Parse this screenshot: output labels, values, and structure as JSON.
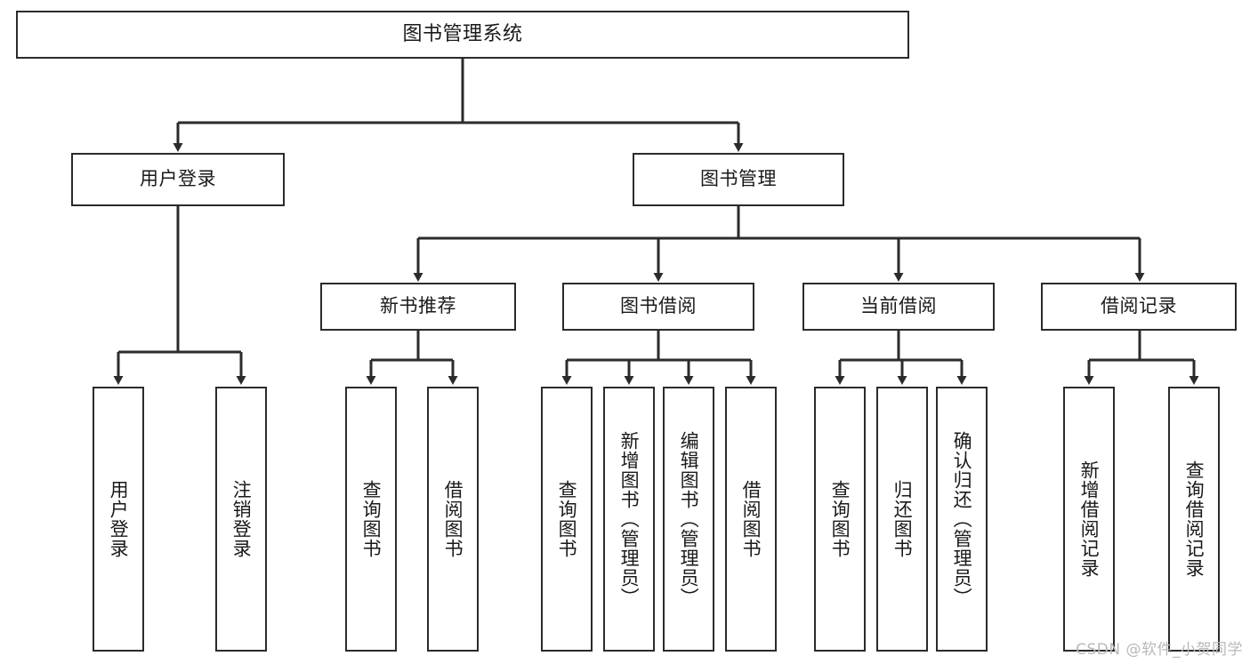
{
  "diagram": {
    "kind": "tree-hierarchy-chart",
    "title": "图书管理系统",
    "line_color": "#2b2b2b",
    "box_fill": "#ffffff",
    "text_color": "#1a1a1a",
    "watermark": "CSDN @软件_小贺同学"
  },
  "nodes": {
    "root": {
      "label": "图书管理系统"
    },
    "level2": [
      {
        "id": "user-login",
        "label": "用户登录"
      },
      {
        "id": "book-manage",
        "label": "图书管理"
      }
    ],
    "level3": [
      {
        "id": "new-book-recommend",
        "label": "新书推荐"
      },
      {
        "id": "book-borrow",
        "label": "图书借阅"
      },
      {
        "id": "current-borrow",
        "label": "当前借阅"
      },
      {
        "id": "borrow-record",
        "label": "借阅记录"
      }
    ],
    "leaves": {
      "user_login": [
        {
          "id": "leaf-user-login",
          "label": "用户登录"
        },
        {
          "id": "leaf-logout-login",
          "label": "注销登录"
        }
      ],
      "new_book_recommend": [
        {
          "id": "leaf-query-book-1",
          "label": "查询图书"
        },
        {
          "id": "leaf-borrow-book-1",
          "label": "借阅图书"
        }
      ],
      "book_borrow": [
        {
          "id": "leaf-query-book-2",
          "label": "查询图书"
        },
        {
          "id": "leaf-add-book",
          "label": "新增图书（管理员）"
        },
        {
          "id": "leaf-edit-book",
          "label": "编辑图书（管理员）"
        },
        {
          "id": "leaf-borrow-book-2",
          "label": "借阅图书"
        }
      ],
      "current_borrow": [
        {
          "id": "leaf-query-book-3",
          "label": "查询图书"
        },
        {
          "id": "leaf-return-book",
          "label": "归还图书"
        },
        {
          "id": "leaf-confirm-return",
          "label": "确认归还（管理员）"
        }
      ],
      "borrow_record": [
        {
          "id": "leaf-add-record",
          "label": "新增借阅记录"
        },
        {
          "id": "leaf-query-record",
          "label": "查询借阅记录"
        }
      ]
    }
  }
}
